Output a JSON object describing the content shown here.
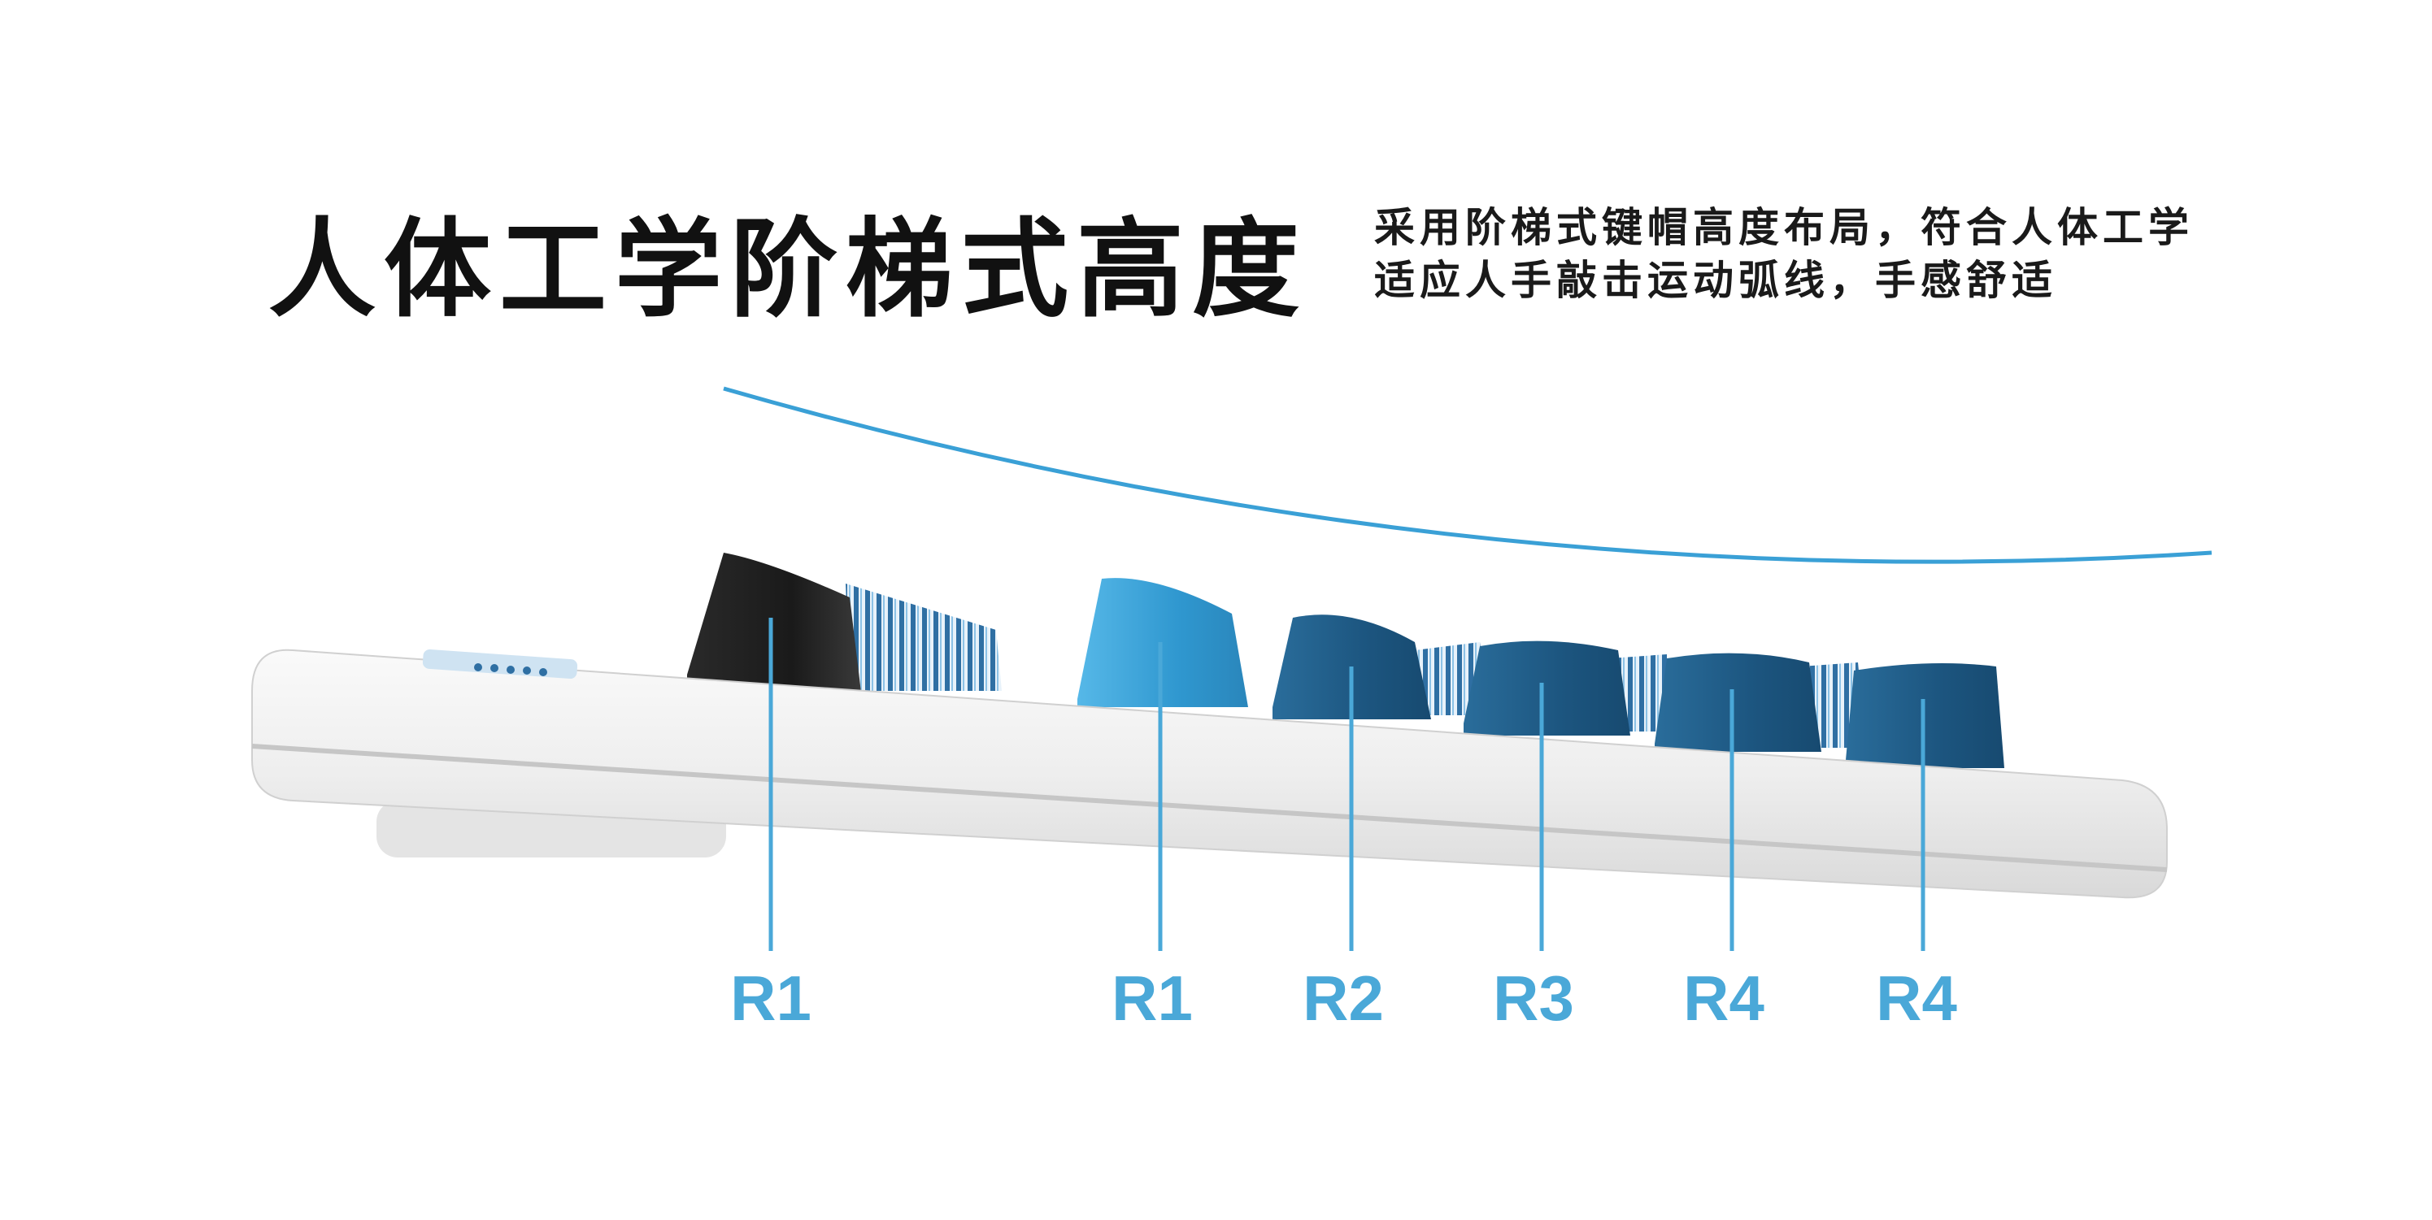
{
  "headline": "人体工学阶梯式高度",
  "description": {
    "line1": "采用阶梯式键帽高度布局，符合人体工学",
    "line2": "适应人手敲击运动弧线，手感舒适"
  },
  "row_labels": [
    "R1",
    "R1",
    "R2",
    "R3",
    "R4",
    "R4"
  ],
  "colors": {
    "accent": "#4aa8d8",
    "keycap_black": "#1e1e1e",
    "keycap_light_blue": "#3aa0d6",
    "keycap_dark_blue": "#1d5a86",
    "case_white": "#f2f2f2"
  }
}
